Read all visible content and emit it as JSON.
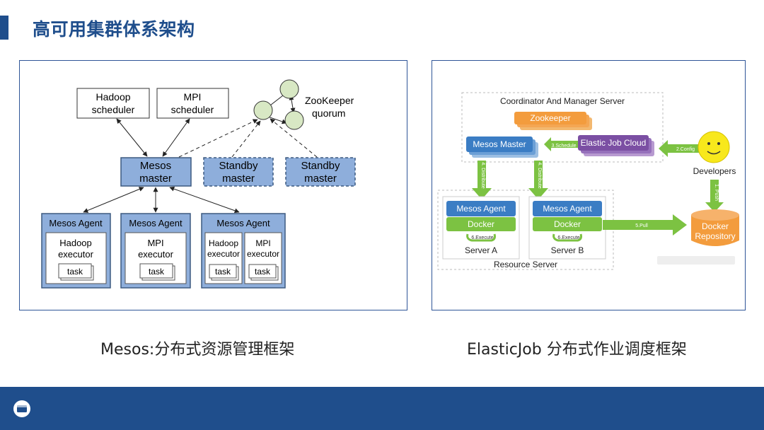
{
  "slide": {
    "title": "高可用集群体系架构"
  },
  "mesos": {
    "caption": "Mesos:分布式资源管理框架",
    "hadoop_scheduler": [
      "Hadoop",
      "scheduler"
    ],
    "mpi_scheduler": [
      "MPI",
      "scheduler"
    ],
    "zookeeper": [
      "ZooKeeper",
      "quorum"
    ],
    "mesos_master": [
      "Mesos",
      "master"
    ],
    "standby_master": [
      "Standby",
      "master"
    ],
    "agent_label": "Mesos Agent",
    "hadoop_executor": [
      "Hadoop",
      "executor"
    ],
    "mpi_executor": [
      "MPI",
      "executor"
    ],
    "task_label": "task",
    "colors": {
      "box_fill": "#8eaedb",
      "box_stroke": "#3d5a80",
      "node_fill": "#d8e8c4"
    }
  },
  "elasticjob": {
    "caption": "ElasticJob 分布式作业调度框架",
    "coordinator_title": "Coordinator And Manager Server",
    "zookeeper": "Zookeeper",
    "mesos_master": "Mesos Master",
    "elastic_job_cloud": "Elastic Job Cloud",
    "schedule_label": "3.Schedule",
    "config_label": "2.Config",
    "developers": "Developers",
    "distribute_label": "4. Distribute",
    "push_label": "1. Push",
    "agent_label": "Mesos Agent",
    "docker_label": "Docker",
    "execute_label": "6.Execute",
    "pull_label": "5.Pull",
    "server_a": "Server A",
    "server_b": "Server B",
    "resource_server": "Resource Server",
    "docker_repository": [
      "Docker",
      "Repository"
    ],
    "colors": {
      "orange": "#f39c3d",
      "blue": "#3b7dc4",
      "purple": "#7b4fa3",
      "green": "#7cc242",
      "smiley": "#f8e81c"
    }
  }
}
